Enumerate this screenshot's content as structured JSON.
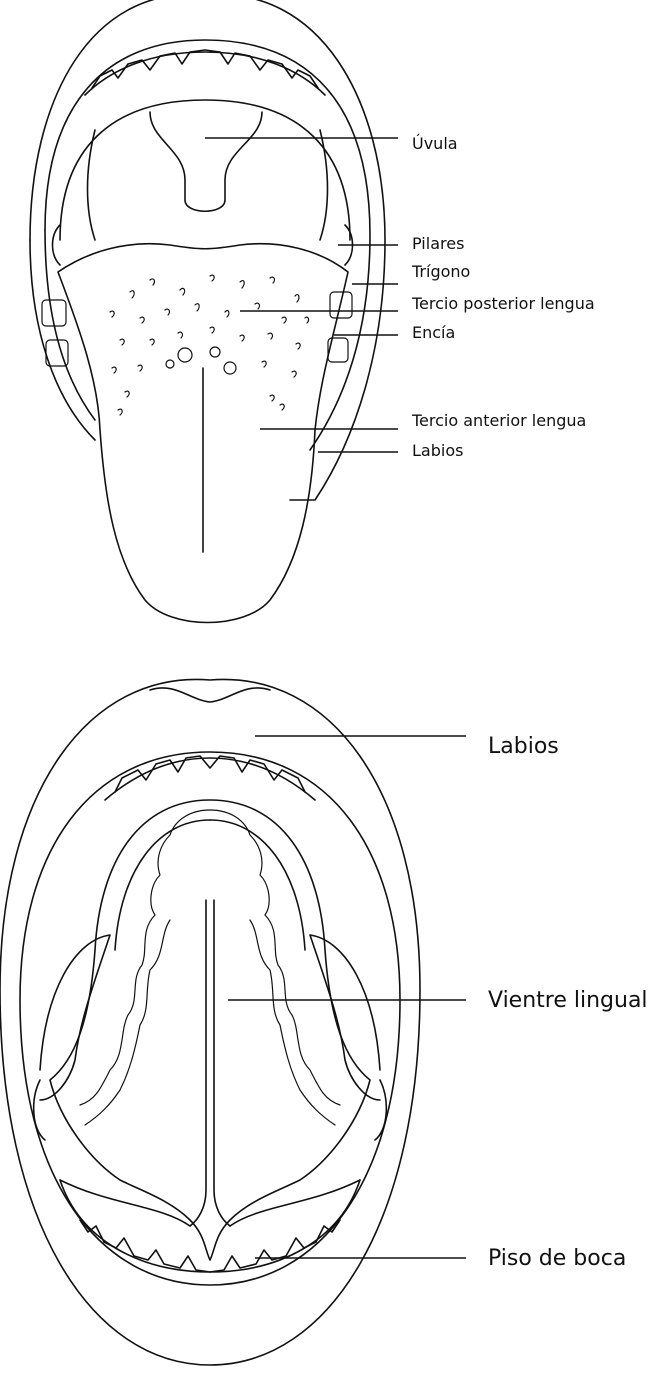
{
  "diagram_top": {
    "labels": {
      "uvula": "Úvula",
      "pilares": "Pilares",
      "trigono": "Trígono",
      "tercio_posterior": "Tercio posterior lengua",
      "encia": "Encía",
      "tercio_anterior": "Tercio anterior lengua",
      "labios": "Labios"
    }
  },
  "diagram_bottom": {
    "labels": {
      "labios": "Labios",
      "vientre_lingual": "Vientre lingual",
      "piso_de_boca": "Piso de boca"
    }
  },
  "colors": {
    "ink": "#111111",
    "background": "#ffffff"
  }
}
